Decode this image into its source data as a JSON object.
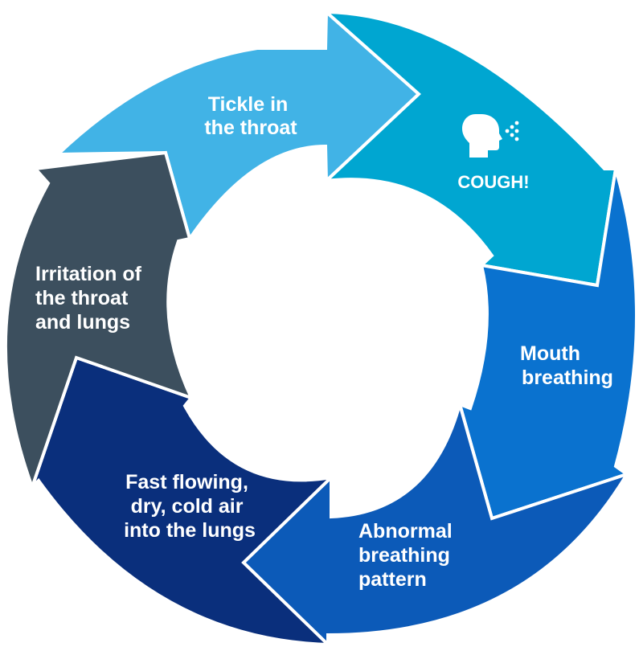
{
  "diagram": {
    "type": "cycle",
    "segments": [
      {
        "id": "tickle",
        "lines": [
          "Tickle in",
          "the throat"
        ],
        "color": "#41b3e6"
      },
      {
        "id": "cough",
        "lines": [
          "COUGH!"
        ],
        "icon": "coughing-head-icon",
        "color": "#00a6d1"
      },
      {
        "id": "mouth",
        "lines": [
          "Mouth",
          "breathing"
        ],
        "color": "#0a72cf"
      },
      {
        "id": "abnormal",
        "lines": [
          "Abnormal",
          "breathing",
          "pattern"
        ],
        "color": "#0c5ab8"
      },
      {
        "id": "fast",
        "lines": [
          "Fast flowing,",
          "dry, cold air",
          "into the lungs"
        ],
        "color": "#0a2f7c"
      },
      {
        "id": "irritation",
        "lines": [
          "Irritation of",
          "the throat",
          "and lungs"
        ],
        "color": "#3c4f5e"
      }
    ]
  }
}
